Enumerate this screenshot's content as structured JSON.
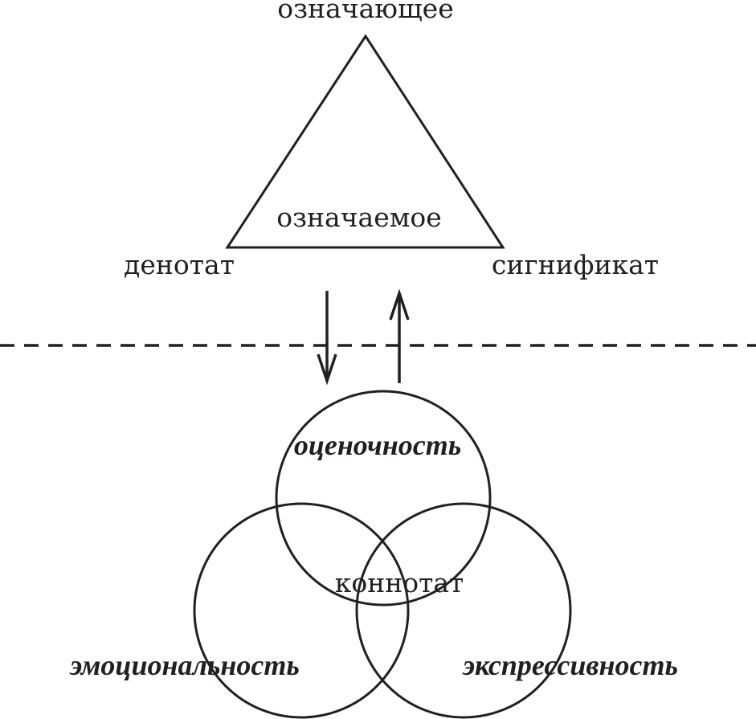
{
  "triangle": {
    "top": "означающее",
    "inner": "означаемое",
    "left": "денотат",
    "right": "сигнификат"
  },
  "circles": {
    "top": "оценочность",
    "center": "коннотат",
    "left": "эмоциональность",
    "right": "экспрессивность"
  },
  "colors": {
    "ink": "#231f20"
  }
}
